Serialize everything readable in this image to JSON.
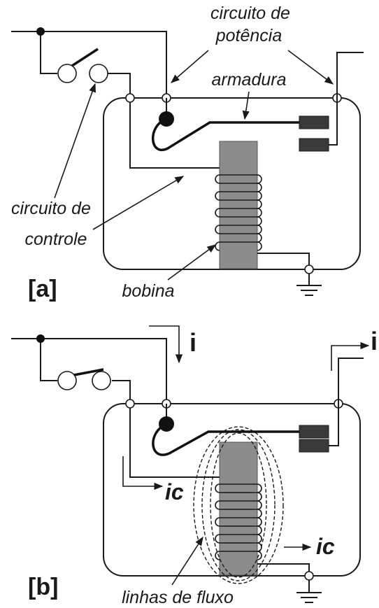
{
  "labels": {
    "power_circuit_line1": "circuito de",
    "power_circuit_line2": "potência",
    "armature": "armadura",
    "control_circuit_line1": "circuito de",
    "control_circuit_line2": "controle",
    "coil": "bobina",
    "flux_lines": "linhas de fluxo"
  },
  "panels": {
    "a": "[a]",
    "b": "[b]"
  },
  "currents": {
    "power_in": "i",
    "power_out": "i",
    "control_in": "ic",
    "control_out": "ic"
  },
  "colors": {
    "ink": "#1a1a1a",
    "core": "#8c8c8c",
    "contact": "#3a3a3a"
  }
}
